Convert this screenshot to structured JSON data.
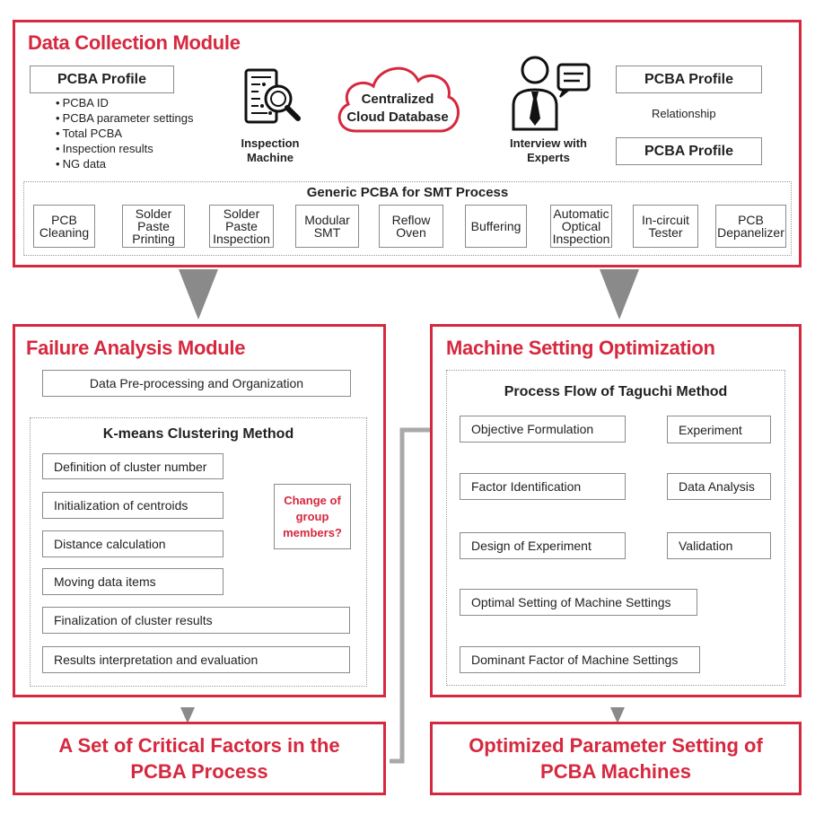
{
  "data_collection": {
    "title": "Data Collection Module",
    "profile_left": {
      "label": "PCBA Profile",
      "attributes": [
        "PCBA ID",
        "PCBA parameter settings",
        "Total PCBA",
        "Inspection results",
        "NG data"
      ]
    },
    "inspection_machine": "Inspection Machine",
    "cloud_db": "Centralized Cloud Database",
    "interview": "Interview with Experts",
    "profile_right_top": "PCBA Profile",
    "relationship": "Relationship",
    "profile_right_bottom": "PCBA Profile",
    "smt_process": {
      "title": "Generic PCBA for SMT Process",
      "steps": [
        "PCB Cleaning",
        "Solder Paste Printing",
        "Solder Paste Inspection",
        "Modular SMT",
        "Reflow Oven",
        "Buffering",
        "Automatic Optical Inspection",
        "In-circuit Tester",
        "PCB Depanelizer"
      ]
    }
  },
  "failure_analysis": {
    "title": "Failure Analysis Module",
    "preprocessing": "Data Pre-processing and Organization",
    "kmeans": {
      "title": "K-means Clustering Method",
      "steps": [
        "Definition of cluster number",
        "Initialization of centroids",
        "Distance calculation",
        "Moving data items",
        "Finalization of cluster results",
        "Results interpretation and evaluation"
      ],
      "decision": "Change of group members?"
    }
  },
  "machine_setting": {
    "title": "Machine Setting Optimization",
    "taguchi": {
      "title": "Process Flow of Taguchi Method",
      "objective": "Objective Formulation",
      "factor": "Factor Identification",
      "design": "Design of Experiment",
      "experiment": "Experiment",
      "analysis": "Data Analysis",
      "validation": "Validation",
      "optimal": "Optimal Setting of Machine Settings",
      "dominant": "Dominant Factor of Machine Settings"
    }
  },
  "result_left": "A Set of Critical Factors in the PCBA Process",
  "result_right": "Optimized Parameter Setting of PCBA Machines",
  "colors": {
    "accent": "#d6283e",
    "line": "#9a9a9a",
    "arrow": "#8a8a8a"
  }
}
